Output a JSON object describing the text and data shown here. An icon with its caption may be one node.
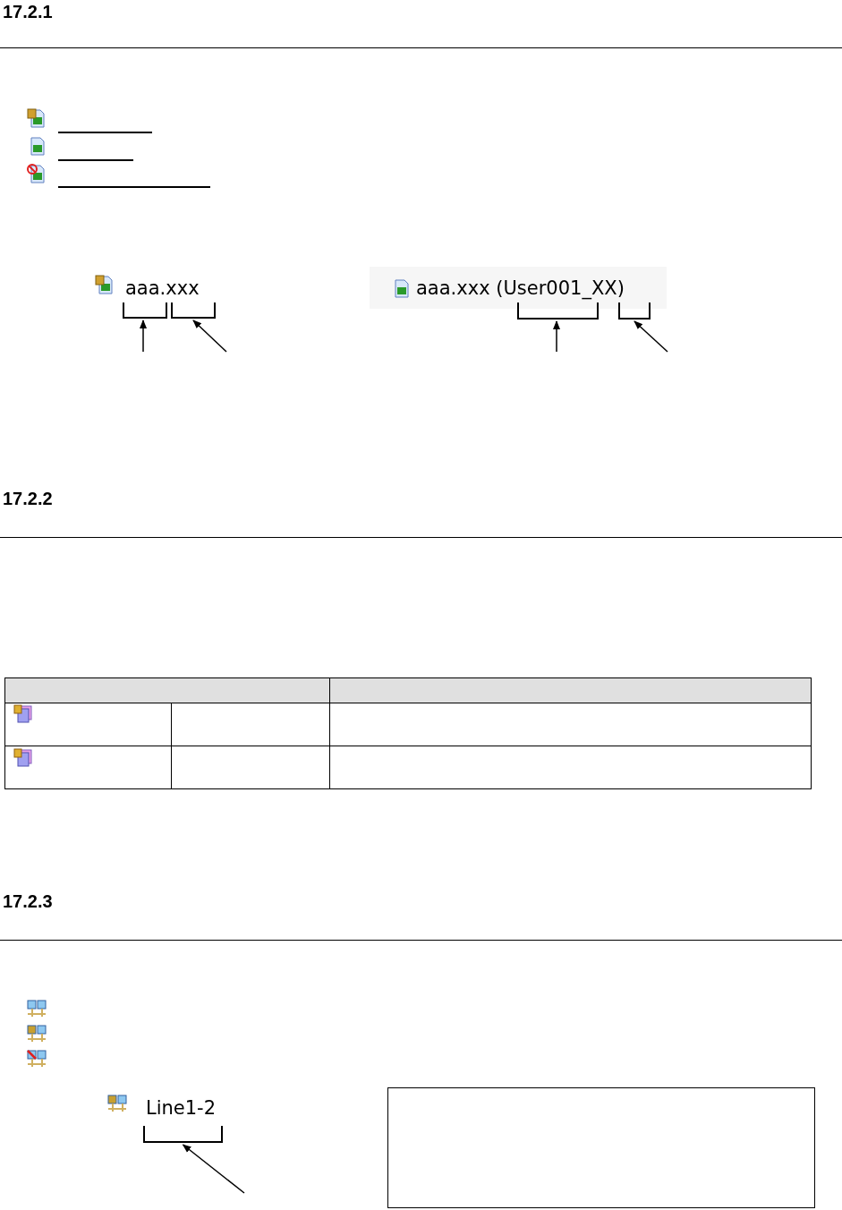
{
  "diagram": {
    "nodes": [
      {
        "text": [
          "aaa.xxx"
        ]
      },
      {
        "text": [],
        "shape": "bracket"
      },
      {
        "text": [],
        "shape": "bracket"
      },
      {
        "text": [
          "aaa.xxx (User001_XX)"
        ]
      },
      {
        "text": [],
        "shape": "bracket"
      },
      {
        "text": [],
        "shape": "bracket"
      },
      {
        "text": [
          "Line1-2"
        ]
      },
      {
        "text": [],
        "shape": "bracket"
      },
      {
        "text": [],
        "shape": "box"
      }
    ],
    "edges": [
      {
        "from": null,
        "to": 1,
        "arrow": "to"
      },
      {
        "from": null,
        "to": 2,
        "arrow": "to"
      },
      {
        "from": null,
        "to": 4,
        "arrow": "to"
      },
      {
        "from": null,
        "to": 5,
        "arrow": "to"
      },
      {
        "from": null,
        "to": 7,
        "arrow": "to"
      }
    ],
    "labels": [
      "17.2.1",
      "17.2.2",
      "17.2.3"
    ]
  }
}
